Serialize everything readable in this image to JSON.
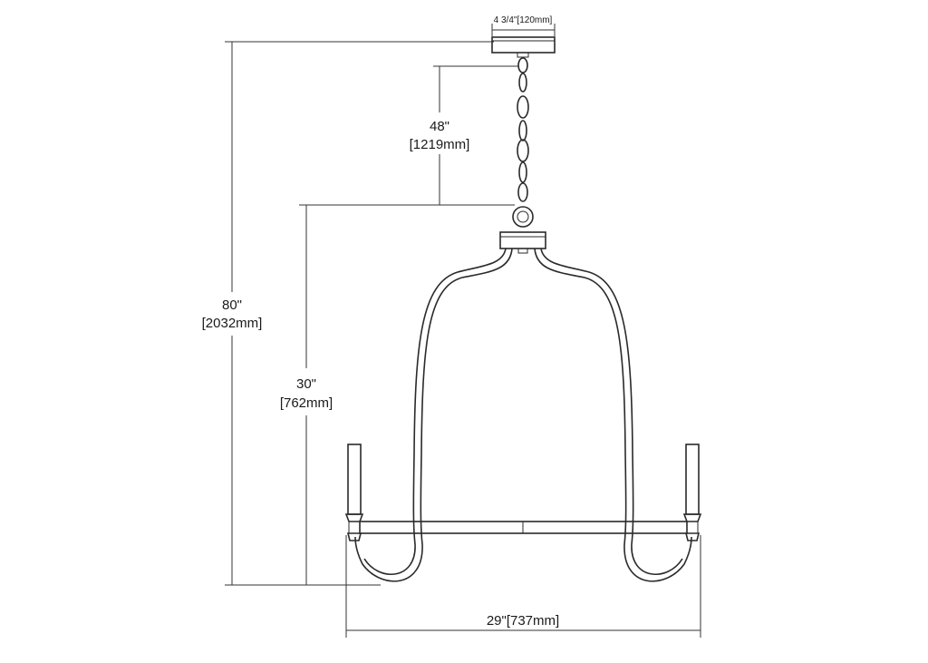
{
  "dimensions": {
    "canopy_width": "4 3/4\"[120mm]",
    "overall_height_in": "80\"",
    "overall_height_mm": "[2032mm]",
    "chain_length_in": "48\"",
    "chain_length_mm": "[1219mm]",
    "fixture_height_in": "30\"",
    "fixture_height_mm": "[762mm]",
    "fixture_width": "29\"[737mm]"
  },
  "colors": {
    "line": "#2a2a2a",
    "background": "#ffffff"
  }
}
